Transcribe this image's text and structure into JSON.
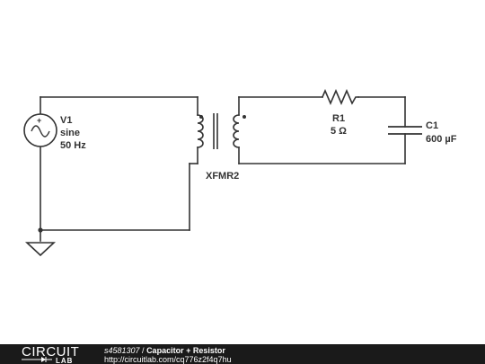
{
  "components": {
    "v1": {
      "name": "V1",
      "type": "sine",
      "freq": "50 Hz"
    },
    "xfmr": {
      "name": "XFMR2"
    },
    "r1": {
      "name": "R1",
      "value": "5 Ω"
    },
    "c1": {
      "name": "C1",
      "value": "600 µF"
    }
  },
  "footer": {
    "logo_top": "CIRCUIT",
    "logo_bottom": "LAB",
    "id": "s4581307",
    "separator": " / ",
    "title": "Capacitor + Resistor",
    "url": "http://circuitlab.com/cq776z2f4q7hu"
  },
  "colors": {
    "wire": "#333333",
    "footer_bg": "#1a1a1a",
    "text": "#333333"
  }
}
